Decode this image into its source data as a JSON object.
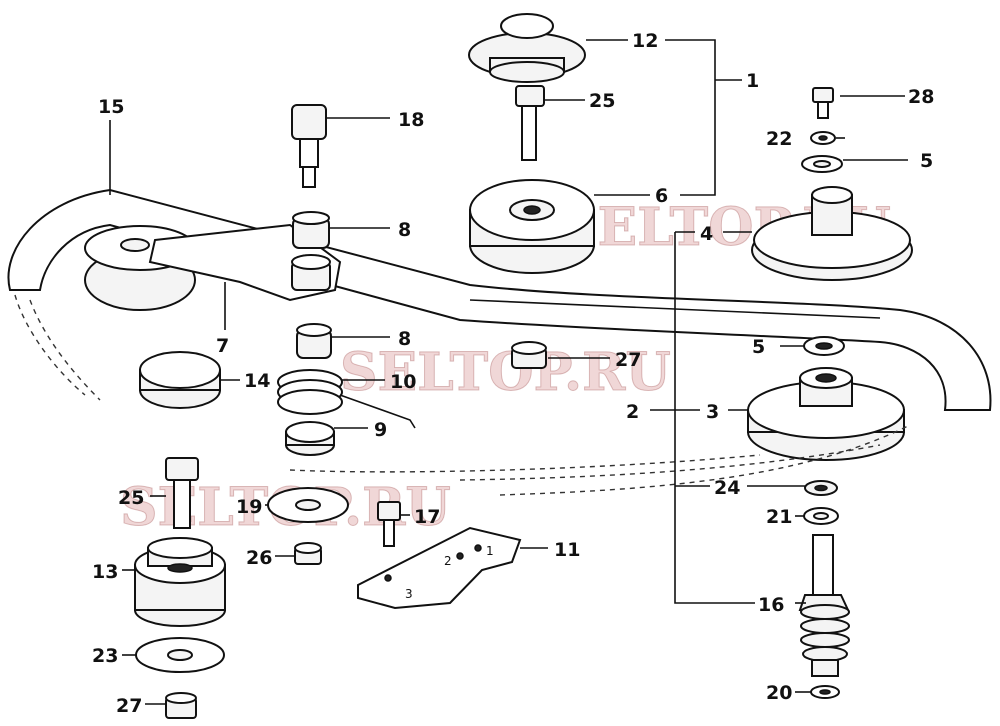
{
  "callouts": {
    "c1": "1",
    "c2": "2",
    "c3": "3",
    "c4": "4",
    "c5a": "5",
    "c5b": "5",
    "c6": "6",
    "c7": "7",
    "c8a": "8",
    "c8b": "8",
    "c9": "9",
    "c10": "10",
    "c11": "11",
    "c12": "12",
    "c13": "13",
    "c14": "14",
    "c15": "15",
    "c16": "16",
    "c17": "17",
    "c18": "18",
    "c19": "19",
    "c20": "20",
    "c21": "21",
    "c22": "22",
    "c23": "23",
    "c24": "24",
    "c25a": "25",
    "c25b": "25",
    "c26": "26",
    "c27a": "27",
    "c27b": "27",
    "c28": "28"
  },
  "plate_marks": {
    "m1": "1",
    "m2": "2",
    "m3": "3"
  },
  "watermarks": {
    "w1": "SELTOP.RU",
    "w2": "SELTOP.RU",
    "w3": "SELTOP.RU"
  }
}
